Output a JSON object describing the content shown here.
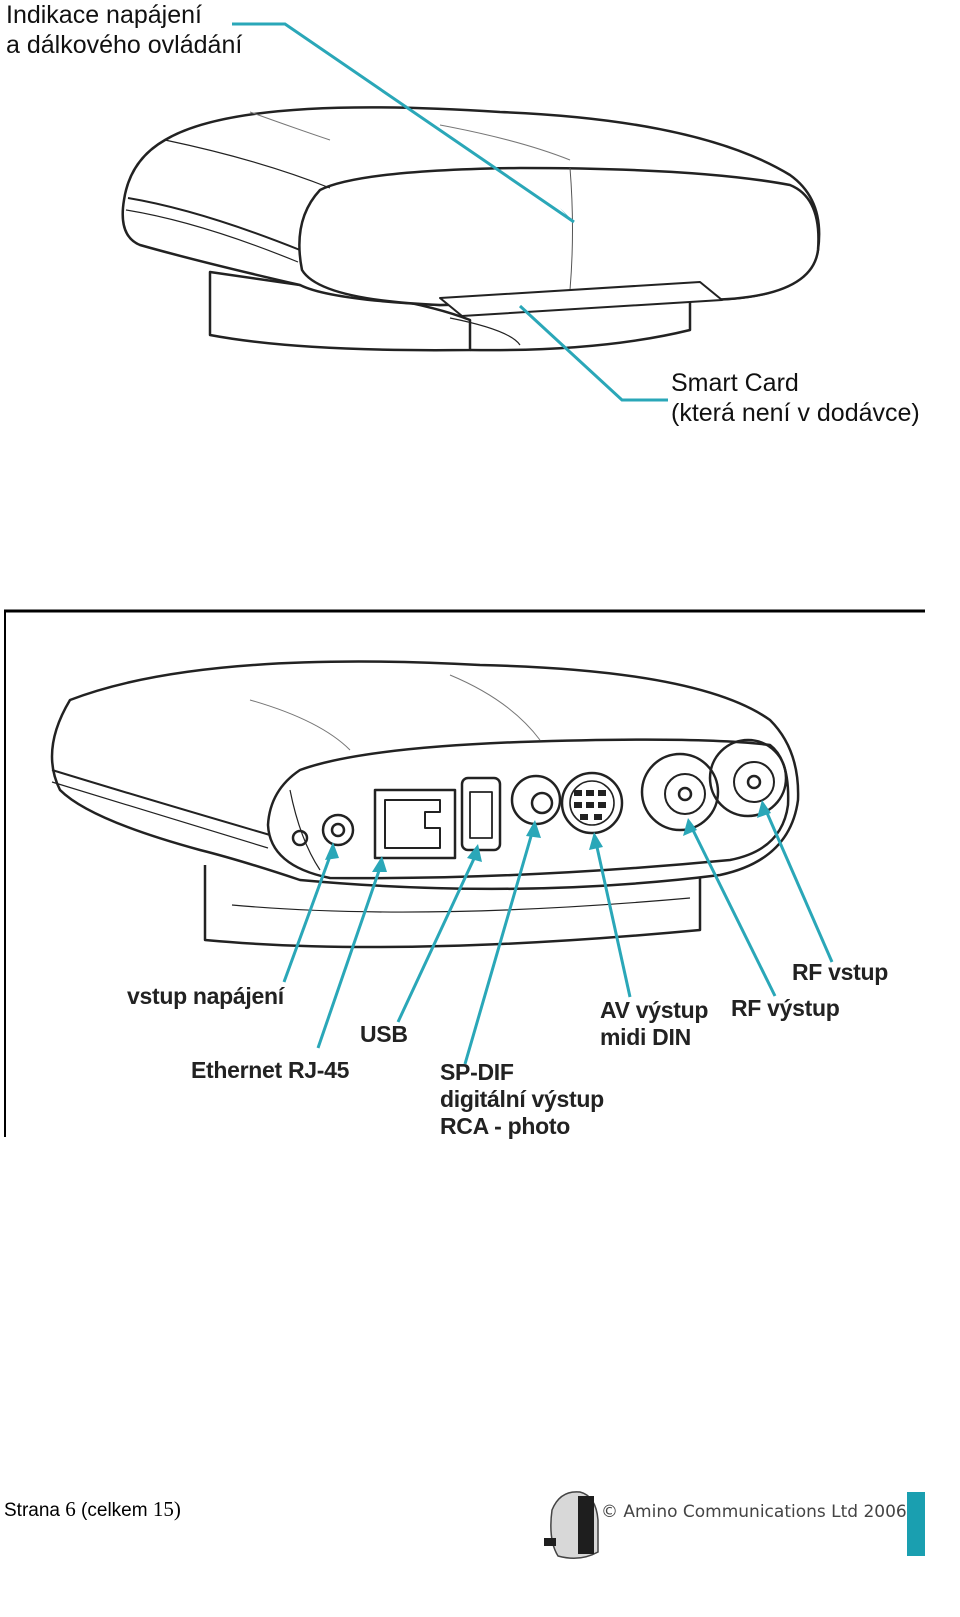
{
  "top_figure": {
    "callout_power_remote": [
      "Indikace napájení",
      "a dálkového ovládání"
    ],
    "callout_smart_card": [
      "Smart Card",
      "(která není v dodávce)"
    ]
  },
  "back_figure": {
    "labels": {
      "power_input": "vstup napájení",
      "ethernet": "Ethernet RJ-45",
      "usb": "USB",
      "spdif": [
        "SP-DIF",
        "digitální výstup",
        "RCA - photo"
      ],
      "av_out": [
        "AV výstup",
        "midi DIN"
      ],
      "rf_out": "RF výstup",
      "rf_in": "RF vstup"
    }
  },
  "footer": {
    "page_prefix": "Strana ",
    "page_number": "6",
    "total_prefix": " (celkem ",
    "total_pages": "15",
    "total_suffix": ")",
    "copyright": "© Amino Communications Ltd 2006"
  },
  "colors": {
    "callout_line": "#2aa7b8",
    "device_stroke": "#222222",
    "brand_bar": "#1a9fb0"
  }
}
